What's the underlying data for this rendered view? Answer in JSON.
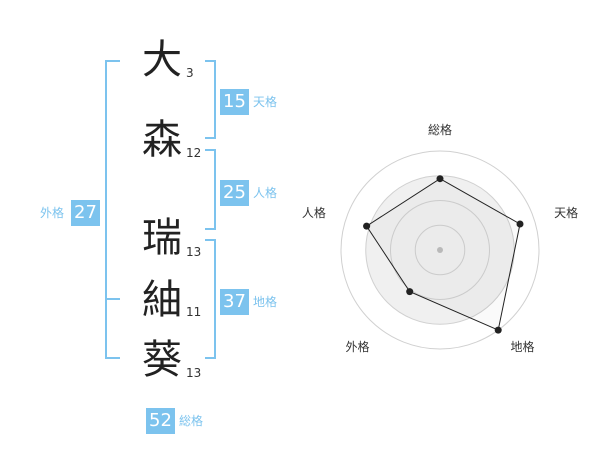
{
  "name": {
    "chars": [
      {
        "char": "大",
        "strokes": "3"
      },
      {
        "char": "森",
        "strokes": "12"
      },
      {
        "char": "瑞",
        "strokes": "13"
      },
      {
        "char": "紬",
        "strokes": "11"
      },
      {
        "char": "葵",
        "strokes": "13"
      }
    ]
  },
  "kaku": {
    "tenkaku": {
      "value": "15",
      "label": "天格"
    },
    "jinkaku": {
      "value": "25",
      "label": "人格"
    },
    "chikaku": {
      "value": "37",
      "label": "地格"
    },
    "gaikaku": {
      "value": "27",
      "label": "外格"
    },
    "soukaku": {
      "value": "52",
      "label": "総格"
    }
  },
  "colors": {
    "accent": "#7cc3ee",
    "bracket": "#7cc3ee",
    "text": "#222222",
    "radar_fill": "#f0f0f0",
    "radar_line": "#222222"
  },
  "chart_data": {
    "type": "radar",
    "axes": [
      "総格",
      "天格",
      "地格",
      "外格",
      "人格"
    ],
    "values": [
      0.72,
      0.85,
      1.0,
      0.52,
      0.78
    ],
    "range": [
      0,
      1
    ],
    "rings": 4
  }
}
